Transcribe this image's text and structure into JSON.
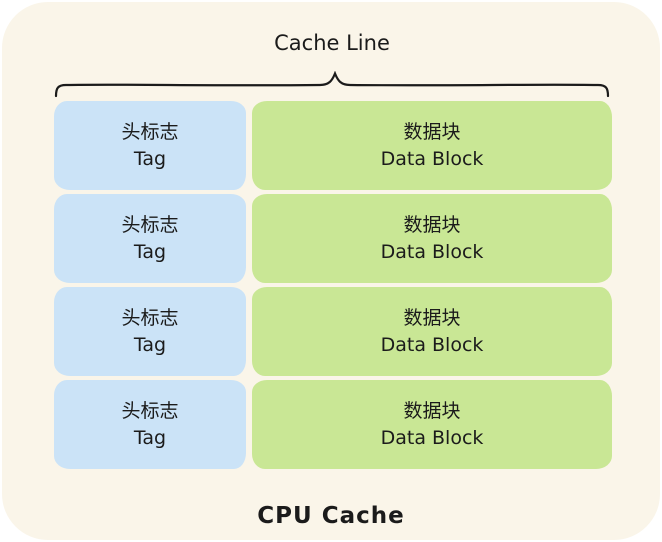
{
  "diagram": {
    "brace_label": "Cache Line",
    "caption": "CPU Cache",
    "rows": [
      {
        "tag_zh": "头标志",
        "tag_en": "Tag",
        "data_zh": "数据块",
        "data_en": "Data Block"
      },
      {
        "tag_zh": "头标志",
        "tag_en": "Tag",
        "data_zh": "数据块",
        "data_en": "Data Block"
      },
      {
        "tag_zh": "头标志",
        "tag_en": "Tag",
        "data_zh": "数据块",
        "data_en": "Data Block"
      },
      {
        "tag_zh": "头标志",
        "tag_en": "Tag",
        "data_zh": "数据块",
        "data_en": "Data Block"
      }
    ],
    "colors": {
      "page_bg": "#ffffff",
      "container_bg": "#faf5e9",
      "tag_fill": "#cbe3f7",
      "data_fill": "#c9e795",
      "ink": "#1b1b1b"
    }
  }
}
